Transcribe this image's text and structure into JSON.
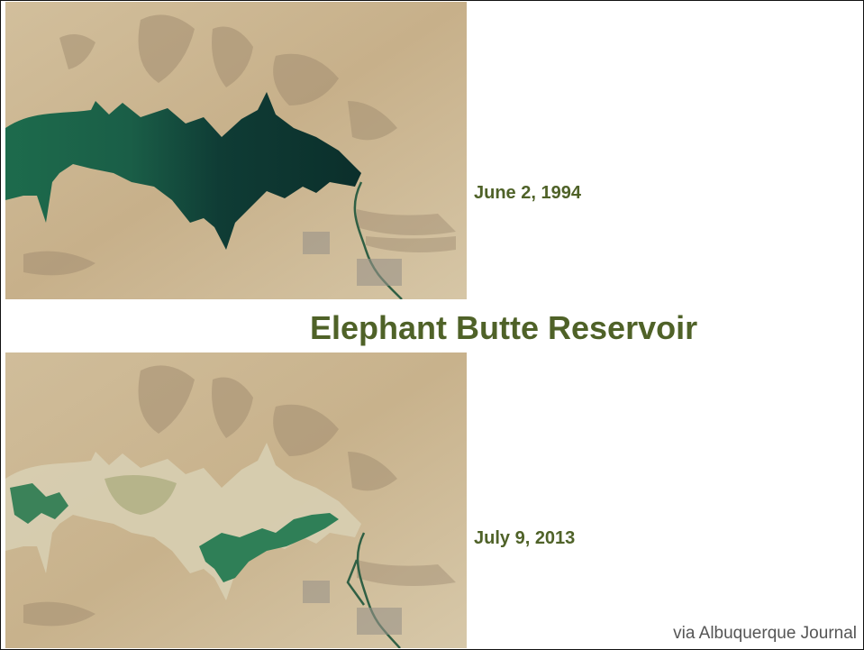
{
  "slide": {
    "title": "Elephant Butte Reservoir",
    "date_top": "June 2, 1994",
    "date_bottom": "July 9, 2013",
    "credit": "via Albuquerque Journal"
  },
  "colors": {
    "label_green": "#4f6228",
    "land": "#cdb894",
    "water_1994_dark": "#0f3a34",
    "water_1994_light": "#1f6a4e",
    "water_2013": "#2f7f57",
    "exposed_bed": "#d8d0b4",
    "credit_gray": "#555555"
  },
  "images": {
    "top": {
      "name": "satellite-image-1994",
      "water_level": "high"
    },
    "bottom": {
      "name": "satellite-image-2013",
      "water_level": "low"
    }
  }
}
